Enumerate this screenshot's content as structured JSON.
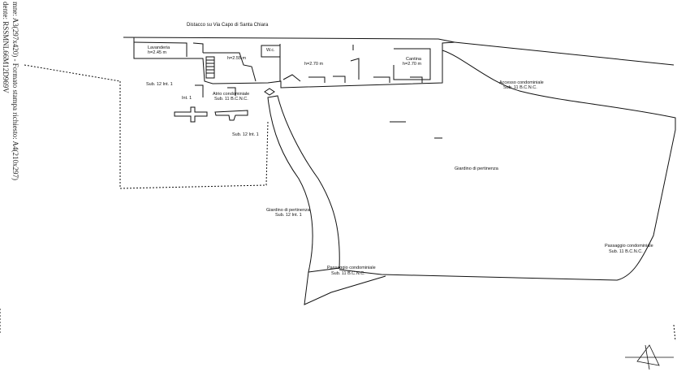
{
  "side_text": {
    "line1": "dente: RSSMNL66M12D969V",
    "line2": "mne: A3(297x420) - Formato stampa richiesto: A4(210x297)"
  },
  "labels": {
    "top_street": "Distacco su Via Capo di Santa Chiara",
    "lavanderia": "Lavanderia",
    "lavanderia_h": "h=2.45 m",
    "room_h255": "h=2.55 m",
    "wc": "W.c.",
    "room_h270": "h=2.70 m",
    "cantina": "Cantina",
    "cantina_h": "h=2.70 m",
    "sub12_left": "Sub. 12 Int. 1",
    "int1": "Int. 1",
    "atrio": "Atrio condominiale",
    "atrio_sub": "Sub. 11 B.C.N.C.",
    "sub12_mid": "Sub. 12 Int. 1",
    "accesso": "Accesso condominiale",
    "accesso_sub": "Sub. 11 B.C.N.C.",
    "giardino": "Giardino di pertinenza",
    "giardino2": "Giardino di pertinenza",
    "giardino2_sub": "Sub. 12 Int. 1",
    "passaggio1": "Passaggio condominiale",
    "passaggio1_sub": "Sub. 11 B.C.N.C.",
    "passaggio2": "Passaggio condominiale",
    "passaggio2_sub": "Sub. 11 B.C.N.C."
  },
  "icons": {
    "north": "north-arrow-icon"
  }
}
